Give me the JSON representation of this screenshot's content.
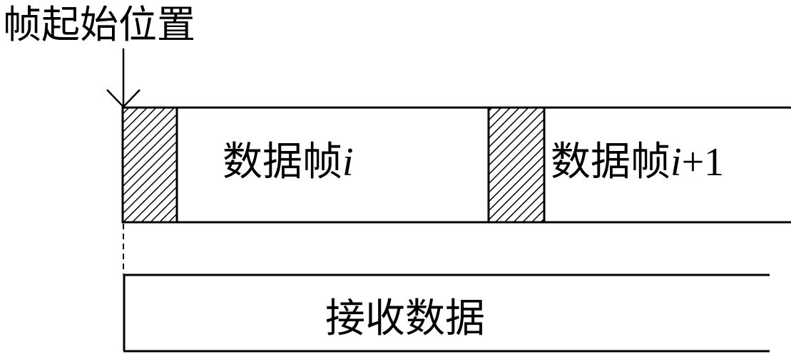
{
  "start_label": "帧起始位置",
  "frames": [
    {
      "prefix": "数据帧",
      "index": "i",
      "suffix": ""
    },
    {
      "prefix": "数据帧",
      "index": "i",
      "suffix": "+1"
    }
  ],
  "receive_label": "接收数据",
  "colors": {
    "stroke": "#000000",
    "background": "#ffffff"
  }
}
